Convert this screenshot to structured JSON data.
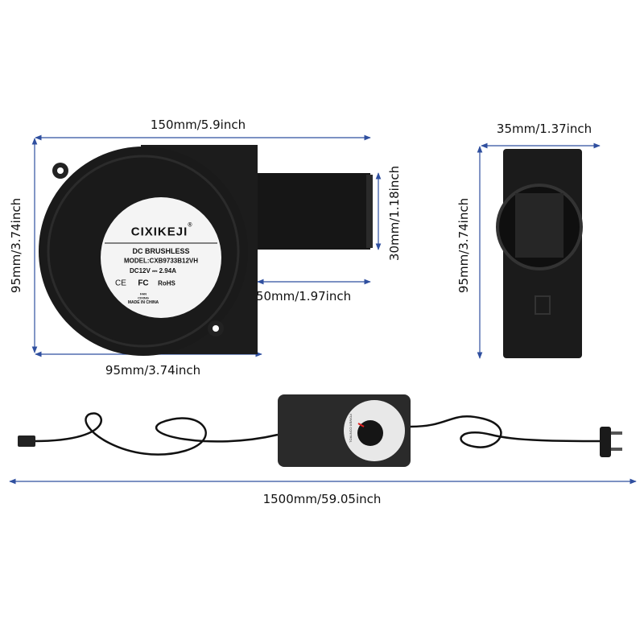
{
  "dimensions": {
    "fan_width": "150mm/5.9inch",
    "fan_height": "95mm/3.74inch",
    "fan_body_width": "95mm/3.74inch",
    "outlet_diameter": "30mm/1.18inch",
    "outlet_length": "50mm/1.97inch",
    "side_depth": "35mm/1.37inch",
    "side_height": "95mm/3.74inch",
    "cable_length": "1500mm/59.05inch"
  },
  "fan_label": {
    "brand": "CIXIKEJI",
    "registered": "®",
    "type": "DC BRUSHLESS",
    "model": "MODEL:CXB9733B12VH",
    "rating": "DC12V ⎓ 2.94A",
    "marks": [
      "CE",
      "FC",
      "RoHS"
    ],
    "footer": [
      "FAN",
      "CIXING",
      "MADE IN CHINA"
    ]
  },
  "adapter": {
    "dial_label": "POWER CONTROL"
  },
  "colors": {
    "dimension_line": "#2f4f9f",
    "product": "#1a1a1a"
  }
}
